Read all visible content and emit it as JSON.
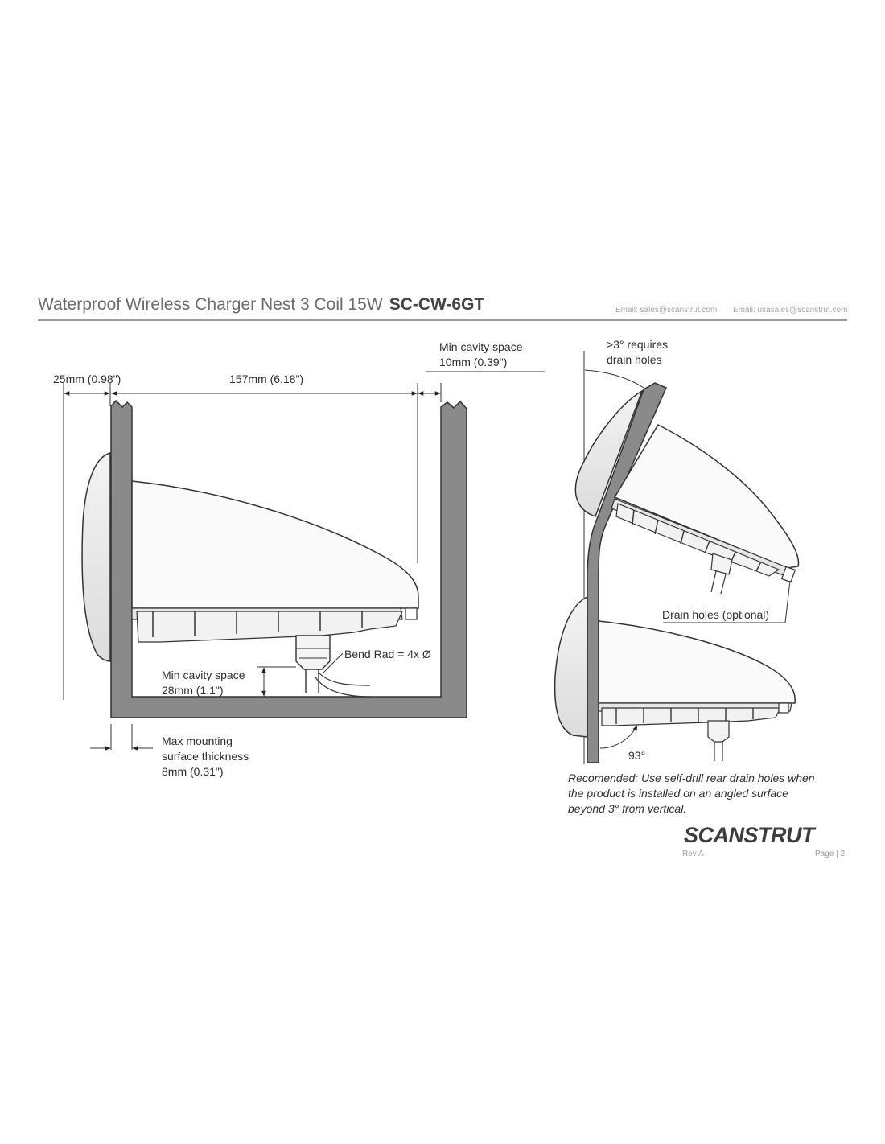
{
  "header": {
    "title": "Waterproof Wireless Charger Nest 3 Coil 15W",
    "model": "SC-CW-6GT",
    "email_1": "Email: sales@scanstrut.com",
    "email_2": "Email: usasales@scanstrut.com"
  },
  "dimensions": {
    "front_depth": "25mm (0.98\")",
    "width": "157mm (6.18\")",
    "side_cavity_l1": "Min cavity space",
    "side_cavity_l2": "10mm (0.39\")",
    "bottom_cavity_l1": "Min cavity space",
    "bottom_cavity_l2": "28mm (1.1\")",
    "bend_radius": "Bend Rad = 4x Ø",
    "thickness_l1": "Max mounting",
    "thickness_l2": "surface thickness",
    "thickness_l3": "8mm (0.31\")"
  },
  "angled": {
    "drain_l1": ">3° requires",
    "drain_l2": "drain holes",
    "drain_optional": "Drain holes (optional)",
    "angle": "93°"
  },
  "note": {
    "line1": "Recomended: Use self-drill rear drain holes when",
    "line2": "the product is installed on an angled surface",
    "line3": "beyond 3° from vertical."
  },
  "footer": {
    "brand": "SCANSTRUT",
    "revision": "Rev A",
    "page": "Page | 2"
  }
}
